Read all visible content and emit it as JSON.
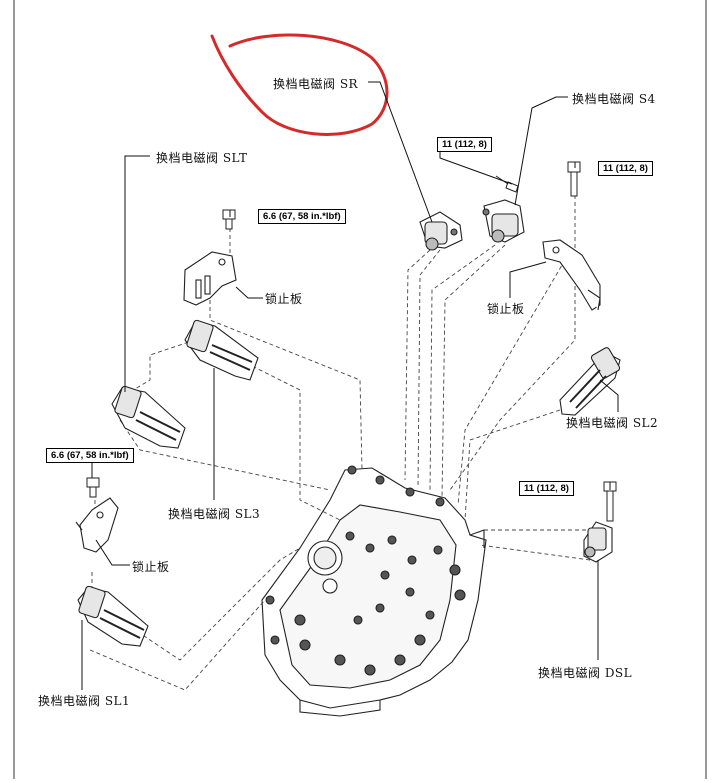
{
  "labels": {
    "sr": "换档电磁阀 SR",
    "s4": "换档电磁阀 S4",
    "slt": "换档电磁阀 SLT",
    "sl3": "换档电磁阀 SL3",
    "sl2": "换档电磁阀 SL2",
    "sl1": "换档电磁阀 SL1",
    "dsl": "换档电磁阀 DSL",
    "lock_plate": "锁止板"
  },
  "torque": {
    "t_11_sr": "11 (112, 8)",
    "t_11_s4": "11 (112, 8)",
    "t_66_upper": "6.6 (67, 58 in.*lbf)",
    "t_66_left": "6.6 (67, 58 in.*lbf)",
    "t_11_dsl": "11 (112, 8)"
  },
  "colors": {
    "annotation": "#d42a2a",
    "line": "#222222"
  }
}
